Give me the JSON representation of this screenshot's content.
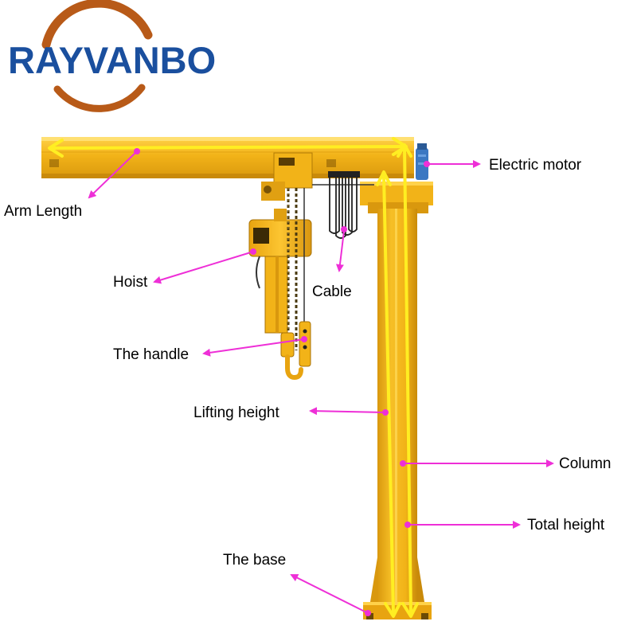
{
  "logo": {
    "text": "RAYVANBO",
    "text_color": "#1a4f9e",
    "ring_color": "#b85a18"
  },
  "colors": {
    "crane_yellow": "#f2b318",
    "crane_dark": "#c98a0a",
    "crane_light": "#ffd24a",
    "arrow_magenta": "#ee2fd7",
    "measure_yellow": "#ffee22",
    "motor_blue": "#3b78c2"
  },
  "labels": {
    "arm_length": "Arm Length",
    "electric_motor": "Electric motor",
    "hoist": "Hoist",
    "cable": "Cable",
    "handle": "The handle",
    "lifting_height": "Lifting height",
    "column": "Column",
    "total_height": "Total height",
    "base": "The base"
  }
}
